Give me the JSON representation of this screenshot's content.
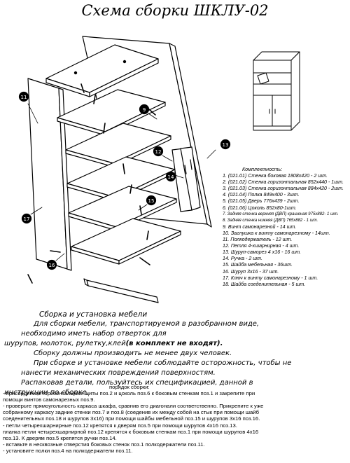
{
  "title": "Схема сборки ШКЛУ-02",
  "kit": {
    "title": "Комплектность:",
    "items": [
      {
        "text": "1. (021.01) Стенка боковая 1808х420 - 2 шт.",
        "small": false
      },
      {
        "text": "2. (021.02) Стенка горизонтальная 852х440 - 1шт.",
        "small": false
      },
      {
        "text": "3. (021.03) Стенка горизонтальная 884х420 - 2шт.",
        "small": false
      },
      {
        "text": "4. (021.04) Полка 849х400 - 3шт.",
        "small": false
      },
      {
        "text": "5. (021.05) Дверь 776х439 - 2шт.",
        "small": false
      },
      {
        "text": "6. (021.06) Цоколь 852х80-1шт.",
        "small": false
      },
      {
        "text": "7. Задняя стенка верхняя (ДВП) крашеная 975х882- 1 шт.",
        "small": true
      },
      {
        "text": "8. Задняя стенка нижняя (ДВП) 765х882 - 1 шт.",
        "small": true
      },
      {
        "text": "9. Винт самонарезной - 14 шт.",
        "small": false
      },
      {
        "text": "10. Заглушка к винту самонарезному - 14шт.",
        "small": false
      },
      {
        "text": "11. Полкодержатель - 12 шт.",
        "small": false
      },
      {
        "text": "12. Петля 4-хшарнирная - 4 шт.",
        "small": false
      },
      {
        "text": "13. Шуруп-саморез 4 х16 - 16 шт.",
        "small": false
      },
      {
        "text": "14. Ручка - 2 шт.",
        "small": false
      },
      {
        "text": "15. Шайба мебельная - 36шт.",
        "small": false
      },
      {
        "text": "16. Шуруп 3х16 - 37 шт.",
        "small": false
      },
      {
        "text": "17. Ключ к винту самонарезному - 1 шт.",
        "small": false
      },
      {
        "text": "18. Шайба соеденительная - 5 шт.",
        "small": false
      }
    ]
  },
  "assembly": {
    "title": "Сборка и установка мебели",
    "p1_line1": "Для сборки мебели, транспортируемой в разобранном виде,",
    "p1_line2": "необходимо иметь набор отверток для",
    "p1_line3a": "шурупов, молоток, рулетку,клей",
    "p1_line3b": "(в комплект не входят).",
    "p2": "Сборку должны производить не менее двух человек.",
    "p3_line1": "При сборке и установке мебели соблюдайте осторожность,  чтобы не",
    "p3_line2": "нанести механических повреждений поверхностям.",
    "p4_line1": "Распаковав детали, пользуйтесь их спецификацией, данной в",
    "p4_line2": "инструкции по сборке."
  },
  "order": {
    "title": "порядок сборки:",
    "lines": [
      "- присоедините горизонтальные щиты поз.2 и цоколь поз.6 к боковым стенкам поз.1 и закрепите при",
      "помощи винтов самонарезных поз.9.",
      "- проверьте прямоугольность каркаса шкафа, сравнив его диагонали соответственно. Прикрепите к уже",
      "собранному каркасу задние стенки поз.7 и поз.8 (соеденив их между собой на стык при помощи шайб",
      "соеденительных поз.18 и шурупов 3х16)  при помощи шайбы мебельной поз.15 и шурупов 3х16 поз.16.",
      "- петли четырехшарнирные поз.12 крепятся к  дверям поз.5 при помощи шурупов 4х16 поз.13.",
      "планка петли четырехшарнирной поз.12 крепятся к боковым стенкам поз.1 при помощи шурупов 4х16",
      "поз.13. К дверям поз.5 крепятся ручки поз.14.",
      "- вставьте в несквозные отверстия боковых стенок поз.1  полкодержатели поз.11.",
      "- установите полки поз.4 на полкодержатели поз.11."
    ]
  },
  "colors": {
    "ink": "#000000",
    "paper": "#ffffff"
  },
  "callouts": [
    "11",
    "17",
    "12",
    "9",
    "13",
    "14",
    "15",
    "16"
  ]
}
